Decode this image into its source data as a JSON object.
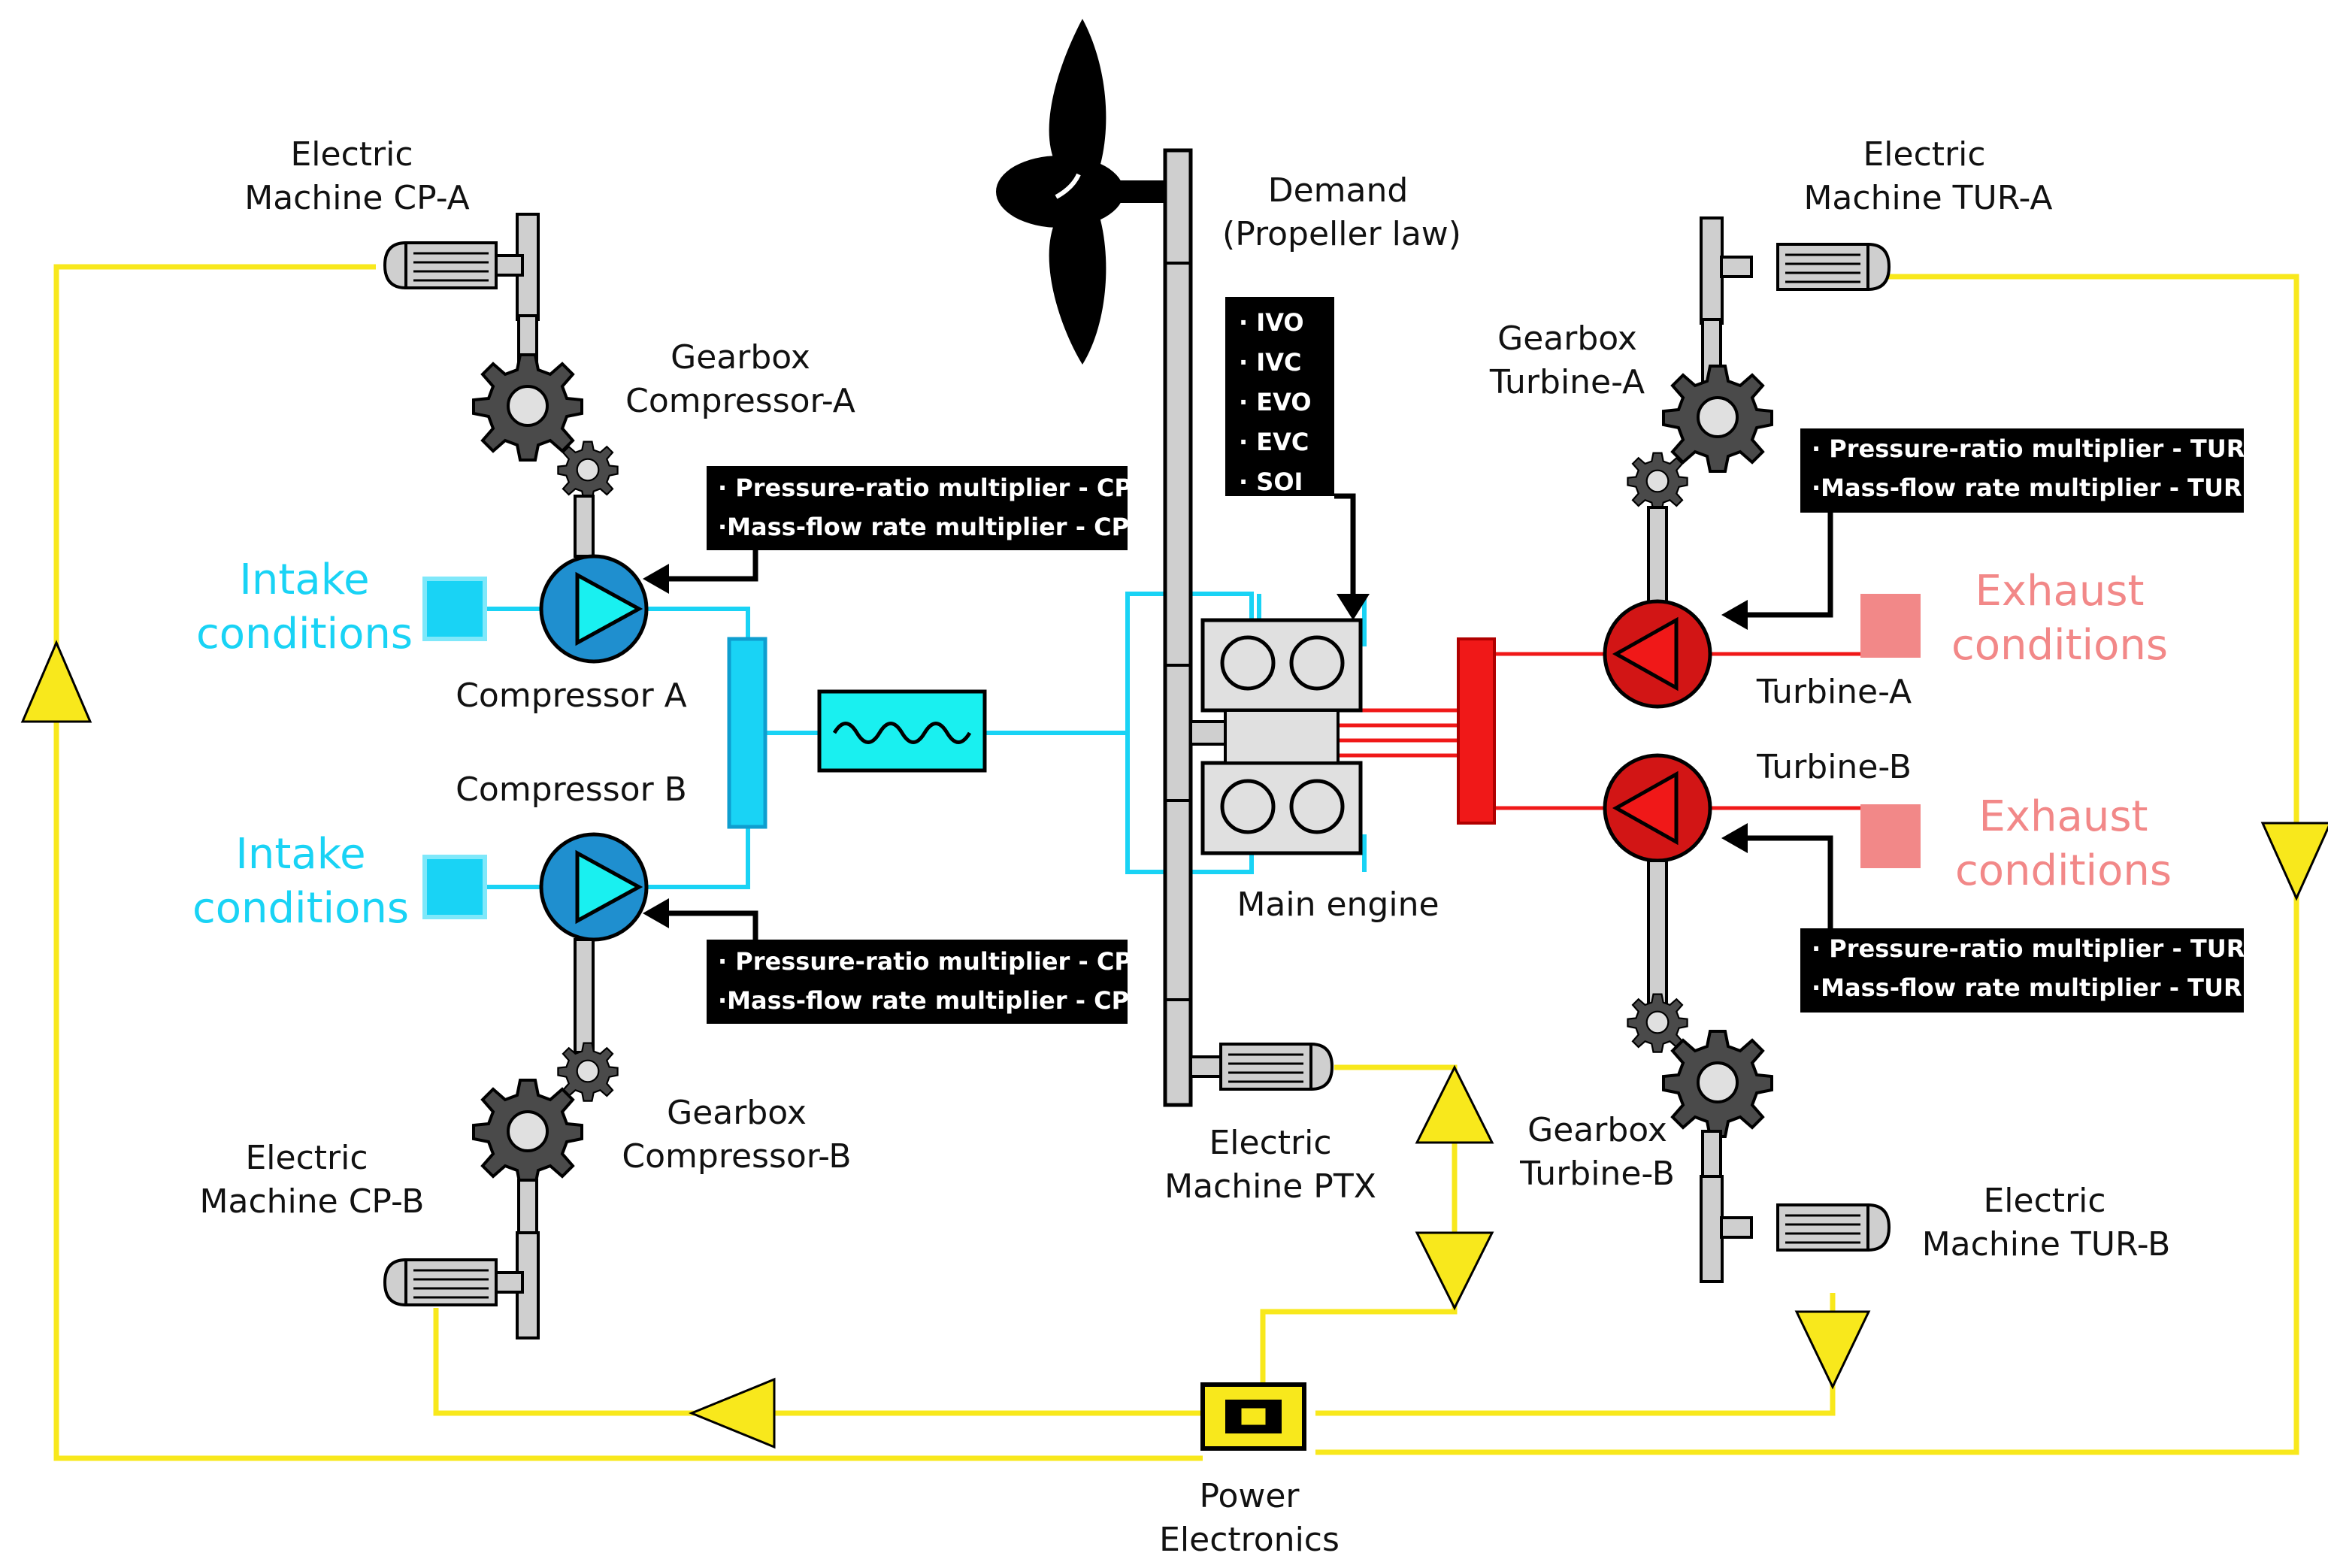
{
  "colors": {
    "electric": "#f8e81c",
    "intake": "#19d3f5",
    "exhaust": "#f28888",
    "compressor": "#1f8fcf",
    "turbine": "#d21515",
    "exhaust_line": "#f01818",
    "metal": "#a9a9a9",
    "box": "#000000"
  },
  "labels": {
    "em_cp_a": [
      "Electric",
      "Machine CP-A"
    ],
    "gb_cp_a": [
      "Gearbox",
      "Compressor-A"
    ],
    "intake_a": [
      "Intake",
      "conditions"
    ],
    "comp_a": "Compressor A",
    "comp_b": "Compressor B",
    "intake_b": [
      "Intake",
      "conditions"
    ],
    "gb_cp_b": [
      "Gearbox",
      "Compressor-B"
    ],
    "em_cp_b": [
      "Electric",
      "Machine CP-B"
    ],
    "demand": [
      "Demand",
      "(Propeller law)"
    ],
    "main_engine": "Main engine",
    "em_ptx": [
      "Electric",
      "Machine PTX"
    ],
    "power_electronics": [
      "Power",
      "Electronics"
    ],
    "em_tur_a": [
      "Electric",
      "Machine TUR-A"
    ],
    "gb_tur_a": [
      "Gearbox",
      "Turbine-A"
    ],
    "exhaust_a": [
      "Exhaust",
      "conditions"
    ],
    "turbine_a": "Turbine-A",
    "turbine_b": "Turbine-B",
    "exhaust_b": [
      "Exhaust",
      "conditions"
    ],
    "gb_tur_b": [
      "Gearbox",
      "Turbine-B"
    ],
    "em_tur_b": [
      "Electric",
      "Machine TUR-B"
    ]
  },
  "boxes": {
    "cp_a": [
      "· Pressure-ratio multiplier - CP",
      "·Mass-flow rate multiplier - CP"
    ],
    "cp_b": [
      "· Pressure-ratio multiplier - CP",
      "·Mass-flow rate multiplier - CP"
    ],
    "tur_a": [
      "· Pressure-ratio multiplier - TUR",
      "·Mass-flow rate multiplier - TUR"
    ],
    "tur_b": [
      "· Pressure-ratio multiplier - TUR",
      "·Mass-flow rate multiplier - TUR"
    ],
    "engine": [
      "· IVO",
      "· IVC",
      "· EVO",
      "· EVC",
      "· SOI"
    ]
  },
  "icons": [
    "propeller-icon",
    "gear-icon",
    "electric-motor-icon",
    "compressor-icon",
    "turbine-icon",
    "intercooler-icon",
    "engine-block-icon",
    "chip-icon",
    "arrow-icon"
  ]
}
